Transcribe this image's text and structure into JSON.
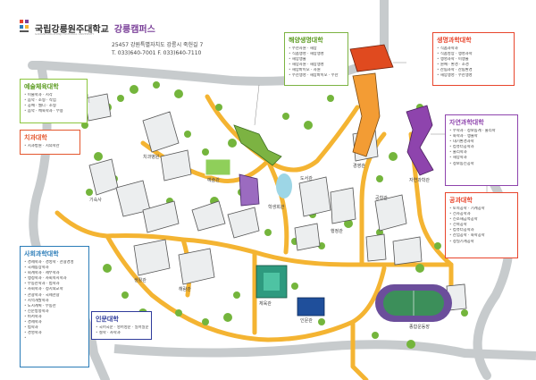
{
  "header": {
    "title": "국립강릉원주대학교",
    "campus": "강릉캠퍼스",
    "subtitle": "GANGNEUNG-WONJU NATIONAL UNIVERSITY",
    "address": "25457 강원특별자치도 강릉시 죽헌길 7",
    "phone": "T. 033)640-7001  F. 033)640-7110"
  },
  "colors": {
    "road": "#f4b432",
    "ring": "#c7cbcd",
    "sports_field": "#2e7d5b",
    "track": "#6b4e9b",
    "tree": "#74b53c"
  },
  "colleges": [
    {
      "id": "arts",
      "title": "예술체육대학",
      "color": "#8cc63f",
      "items": [
        "미술학과 · 시각",
        "음악 · 조형 · 작업",
        "공예 · 웹디 · 조형",
        "음악 · 체육학과 · 무용"
      ]
    },
    {
      "id": "tech",
      "title": "치과대학",
      "color": "#e4572e",
      "items": [
        "치과병원 · 치의학관"
      ]
    },
    {
      "id": "social",
      "title": "사회과학대학",
      "color": "#2b7cb8",
      "items": [
        "경제학과 · 경영학 · 관광경영",
        "국제통상학과",
        "회계학과 · 세무학과",
        "행정학과 · 사회복지학과",
        "부동산학과 · 법학과",
        "사회학과 · 정치외교학",
        "관광학과 · 국제관광",
        "지역개발학과",
        "도시계획 · 부동산",
        "신문방송학과",
        "비서학과",
        "경제학과",
        "법학과",
        "경영학과"
      ]
    },
    {
      "id": "humanities",
      "title": "인문대학",
      "color": "#2f3b9b",
      "items": [
        "국어국문 · 영어영문 · 일어일문",
        "철학 · 사학과"
      ]
    },
    {
      "id": "marine",
      "title": "해양생명대학",
      "color": "#7cb342",
      "items": [
        "수산자원 · 해양",
        "식품생명 · 해양생명",
        "해양생물",
        "해양자원 · 해양생명",
        "해양바이오 · 자원",
        "수산생명 · 해양바이오 · 수산"
      ]
    },
    {
      "id": "life",
      "title": "생명과학대학",
      "color": "#e8452c",
      "items": [
        "식품과학과",
        "식품영양 · 생명과학",
        "생명과학 · 미생물",
        "원예 · 환경 · 조경",
        "산림과학 · 산림환경",
        "해양생명 · 수산생명"
      ]
    },
    {
      "id": "nature",
      "title": "자연과학대학",
      "color": "#8e44ad",
      "items": [
        "수학과 · 정보통계 · 물리학",
        "화학과 · 생물학",
        "대기환경과학",
        "컴퓨터공학과",
        "물리학과",
        "해양학과",
        "정보통신공학"
      ]
    },
    {
      "id": "eng",
      "title": "공과대학",
      "color": "#e8452c",
      "items": [
        "토목공학 · 기계공학",
        "전자공학과",
        "신소재금속공학",
        "건축공학",
        "컴퓨터공학과",
        "산업공학 · 화학공학",
        "정밀기계공학"
      ]
    }
  ],
  "buildings": [
    {
      "name": "종합운동장"
    },
    {
      "name": "인문관"
    },
    {
      "name": "자연과학관"
    },
    {
      "name": "공학관"
    },
    {
      "name": "도서관"
    },
    {
      "name": "학생회관"
    },
    {
      "name": "행정관"
    },
    {
      "name": "체육관"
    },
    {
      "name": "생활관"
    },
    {
      "name": "해람관"
    },
    {
      "name": "기숙사"
    },
    {
      "name": "치과병원"
    },
    {
      "name": "예술관"
    },
    {
      "name": "경영관"
    }
  ]
}
